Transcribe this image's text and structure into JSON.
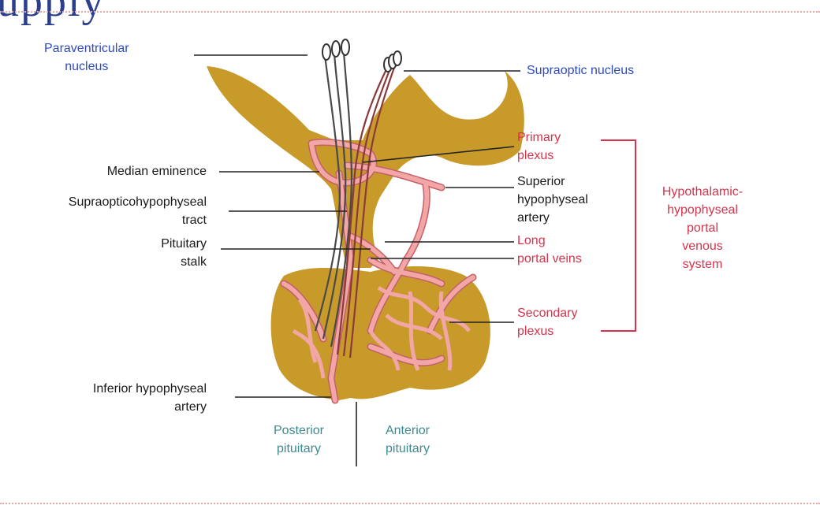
{
  "slide": {
    "title_fragment": "upply"
  },
  "labels": {
    "paraventricular": "Paraventricular\nnucleus",
    "supraoptic": "Supraoptic nucleus",
    "median_eminence": "Median eminence",
    "supraopticohypophyseal": "Supraopticohypophyseal\ntract",
    "pituitary_stalk": "Pituitary\nstalk",
    "inferior_artery": "Inferior hypophyseal\nartery",
    "primary_plexus": "Primary\nplexus",
    "superior_artery": "Superior\nhypophyseal\nartery",
    "long_portal": "Long\nportal veins",
    "secondary_plexus": "Secondary\nplexus",
    "portal_system": "Hypothalamic-\nhypophyseal\nportal\nvenous\nsystem",
    "posterior_pituitary": "Posterior\npituitary",
    "anterior_pituitary": "Anterior\npituitary"
  },
  "colors": {
    "tissue": "#c79a2a",
    "vessel": "#f2a6a6",
    "vessel_outline": "#c4606a",
    "label_blue": "#2f4bbf",
    "label_red": "#d4344c",
    "label_teal": "#3f8a8c"
  }
}
